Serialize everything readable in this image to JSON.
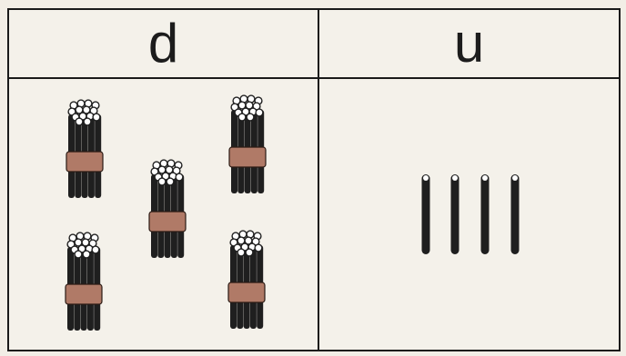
{
  "table": {
    "columns": [
      {
        "header": "d",
        "content": "bundles",
        "count": 5
      },
      {
        "header": "u",
        "content": "sticks",
        "count": 4
      }
    ]
  },
  "colors": {
    "border": "#1a1a1a",
    "stick": "#1f1f1f",
    "band": "#b07a67",
    "background": "#f4f1ea"
  },
  "icons": [
    "bundle-of-ten-sticks-icon",
    "single-stick-icon"
  ]
}
